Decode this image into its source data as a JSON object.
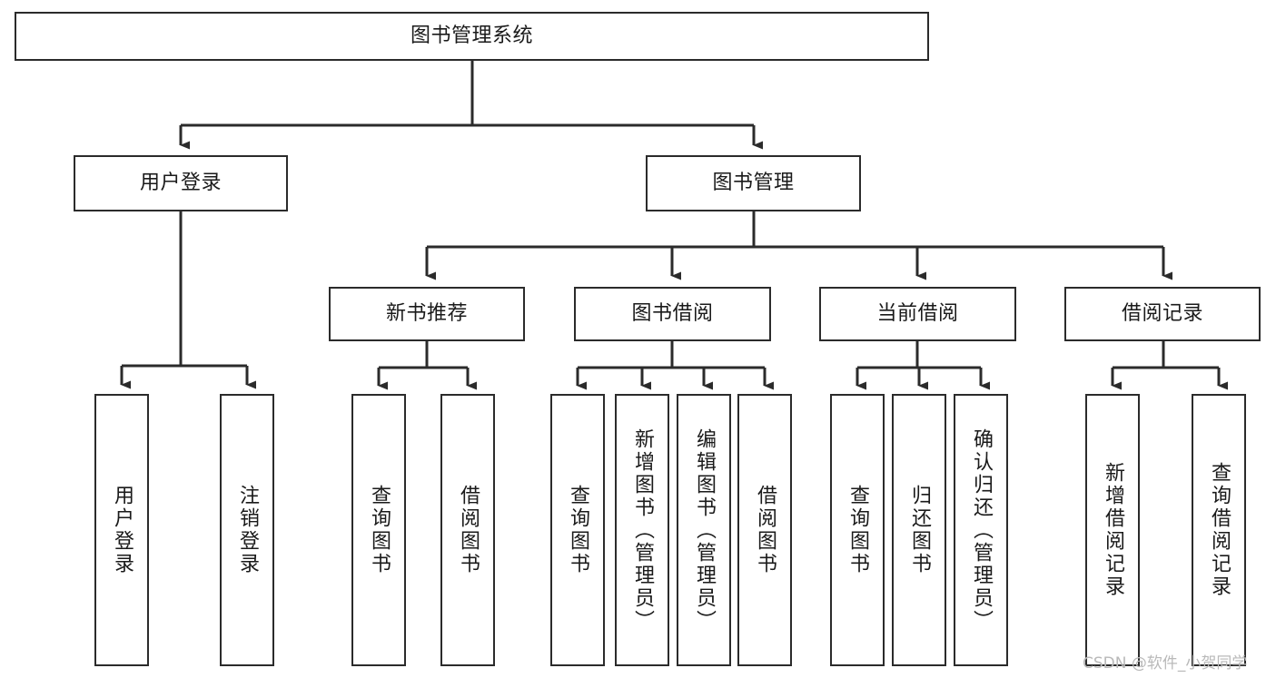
{
  "diagram": {
    "title": "图书管理系统",
    "type": "hierarchy-tree",
    "orientation": "top-down",
    "watermark": "CSDN @软件_小贺同学",
    "colors": {
      "border": "#2b2b2b",
      "background": "#ffffff",
      "text": "#1a1a1a",
      "watermark": "#b9b9b9"
    },
    "levels": {
      "root": {
        "label": "图书管理系统"
      },
      "level1": [
        {
          "label": "用户登录"
        },
        {
          "label": "图书管理"
        }
      ],
      "level2": [
        {
          "label": "新书推荐"
        },
        {
          "label": "图书借阅"
        },
        {
          "label": "当前借阅"
        },
        {
          "label": "借阅记录"
        }
      ],
      "leaves": {
        "user_login": [
          {
            "label": "用户登录"
          },
          {
            "label": "注销登录"
          }
        ],
        "new_book_recommend": [
          {
            "label": "查询图书"
          },
          {
            "label": "借阅图书"
          }
        ],
        "book_borrow": [
          {
            "label": "查询图书"
          },
          {
            "label": "新增图书（管理员）"
          },
          {
            "label": "编辑图书（管理员）"
          },
          {
            "label": "借阅图书"
          }
        ],
        "current_borrow": [
          {
            "label": "查询图书"
          },
          {
            "label": "归还图书"
          },
          {
            "label": "确认归还（管理员）"
          }
        ],
        "borrow_record": [
          {
            "label": "新增借阅记录"
          },
          {
            "label": "查询借阅记录"
          }
        ]
      }
    }
  }
}
